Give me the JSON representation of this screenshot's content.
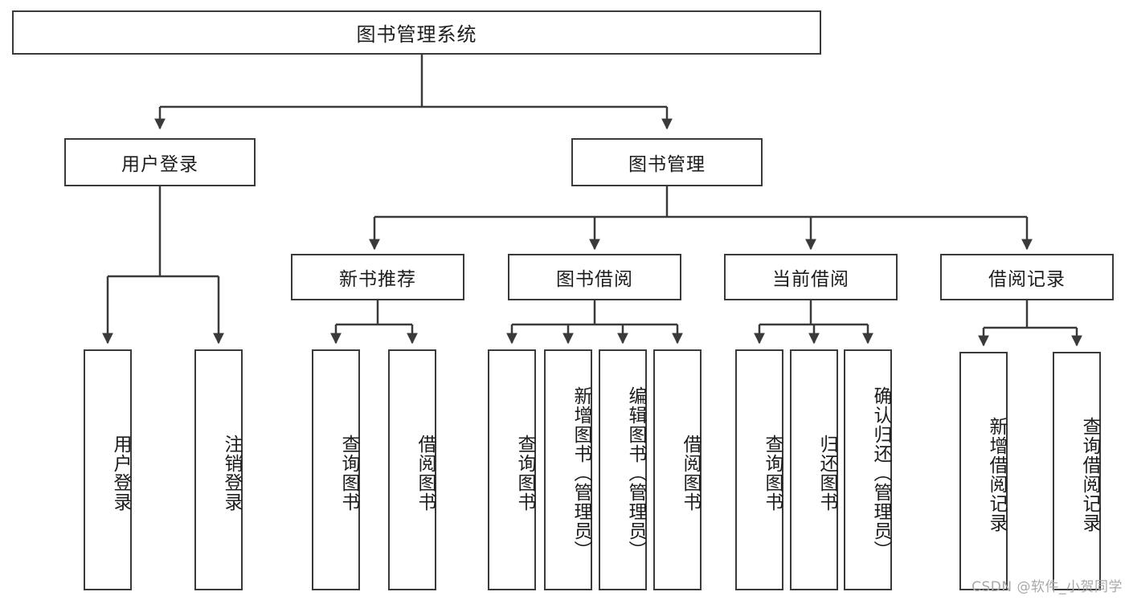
{
  "diagram": {
    "title": "图书管理系统",
    "watermark": "CSDN @软件_小贺同学",
    "colors": {
      "stroke": "#3a3a3a",
      "fill": "#ffffff",
      "text": "#1c1c1c",
      "watermark": "#a8a8a8"
    },
    "root": {
      "label": "图书管理系统"
    },
    "level1": [
      {
        "label": "用户登录"
      },
      {
        "label": "图书管理"
      }
    ],
    "level2": [
      {
        "label": "新书推荐"
      },
      {
        "label": "图书借阅"
      },
      {
        "label": "当前借阅"
      },
      {
        "label": "借阅记录"
      }
    ],
    "leaves": {
      "user_login": [
        {
          "label": "用户登录"
        },
        {
          "label": "注销登录"
        }
      ],
      "new_book_recommend": [
        {
          "label": "查询图书"
        },
        {
          "label": "借阅图书"
        }
      ],
      "book_borrow": [
        {
          "label": "查询图书"
        },
        {
          "label": "新增图书（管理员）"
        },
        {
          "label": "编辑图书（管理员）"
        },
        {
          "label": "借阅图书"
        }
      ],
      "current_borrow": [
        {
          "label": "查询图书"
        },
        {
          "label": "归还图书"
        },
        {
          "label": "确认归还（管理员）"
        }
      ],
      "borrow_record": [
        {
          "label": "新增借阅记录"
        },
        {
          "label": "查询借阅记录"
        }
      ]
    }
  }
}
